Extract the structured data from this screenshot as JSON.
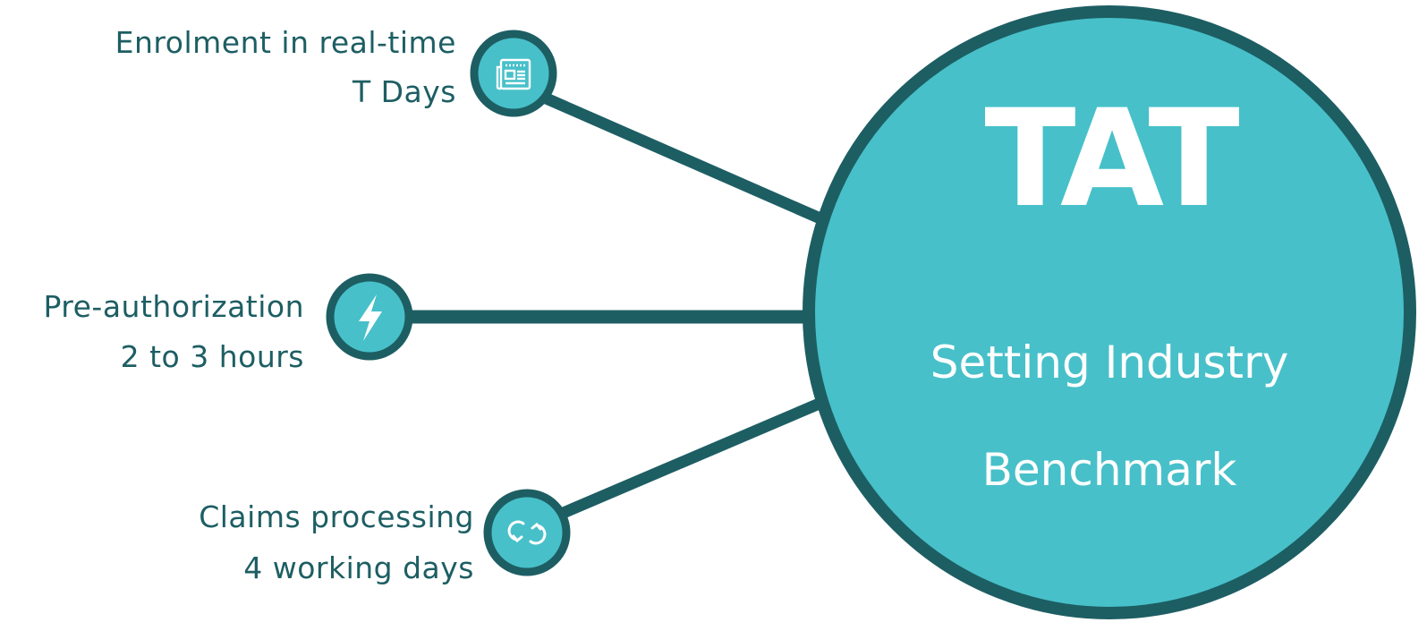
{
  "colors": {
    "teal_fill": "#47c0c9",
    "dark_teal": "#1d5e63",
    "text_white": "#ffffff"
  },
  "hub": {
    "title": "TAT",
    "subtitle_line1": "Setting Industry",
    "subtitle_line2": "Benchmark"
  },
  "items": [
    {
      "name": "enrolment",
      "icon": "newspaper-icon",
      "title": "Enrolment in real-time",
      "detail": "T Days"
    },
    {
      "name": "preauth",
      "icon": "lightning-bolt-icon",
      "title": "Pre-authorization",
      "detail": "2 to 3 hours"
    },
    {
      "name": "claims",
      "icon": "refresh-cycle-icon",
      "title": "Claims processing",
      "detail": "4 working days"
    }
  ]
}
